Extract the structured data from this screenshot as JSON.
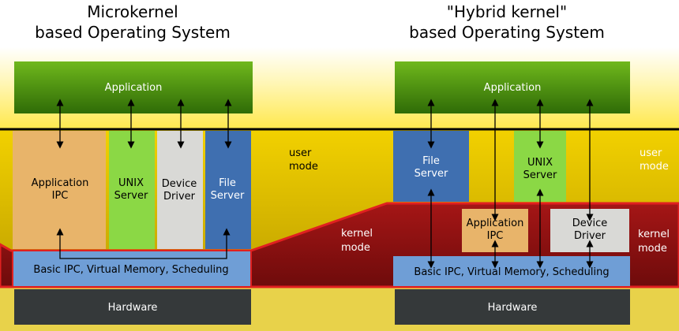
{
  "left": {
    "title_line1": "Microkernel",
    "title_line2": "based Operating System",
    "application": "Application",
    "app_ipc_line1": "Application",
    "app_ipc_line2": "IPC",
    "unix_line1": "UNIX",
    "unix_line2": "Server",
    "driver_line1": "Device",
    "driver_line2": "Driver",
    "file_line1": "File",
    "file_line2": "Server",
    "kernel_bar": "Basic IPC, Virtual Memory, Scheduling",
    "hardware": "Hardware"
  },
  "right": {
    "title_line1": "\"Hybrid kernel\"",
    "title_line2": "based Operating System",
    "application": "Application",
    "file_line1": "File",
    "file_line2": "Server",
    "unix_line1": "UNIX",
    "unix_line2": "Server",
    "app_ipc_line1": "Application",
    "app_ipc_line2": "IPC",
    "driver_line1": "Device",
    "driver_line2": "Driver",
    "kernel_bar": "Basic IPC, Virtual Memory, Scheduling",
    "hardware": "Hardware"
  },
  "modes": {
    "user_line1": "user",
    "user_line2": "mode",
    "kernel_line1": "kernel",
    "kernel_line2": "mode"
  },
  "colors": {
    "user_space": "#d9b800",
    "kernel_space": "#8b1010",
    "application": "#4c8f0c",
    "app_ipc": "#e8b46a",
    "unix_server": "#8bd845",
    "device_driver": "#d9d9d6",
    "file_server": "#3f6fb0",
    "kernel_bar": "#6f9ed6",
    "hardware": "#35393a"
  }
}
